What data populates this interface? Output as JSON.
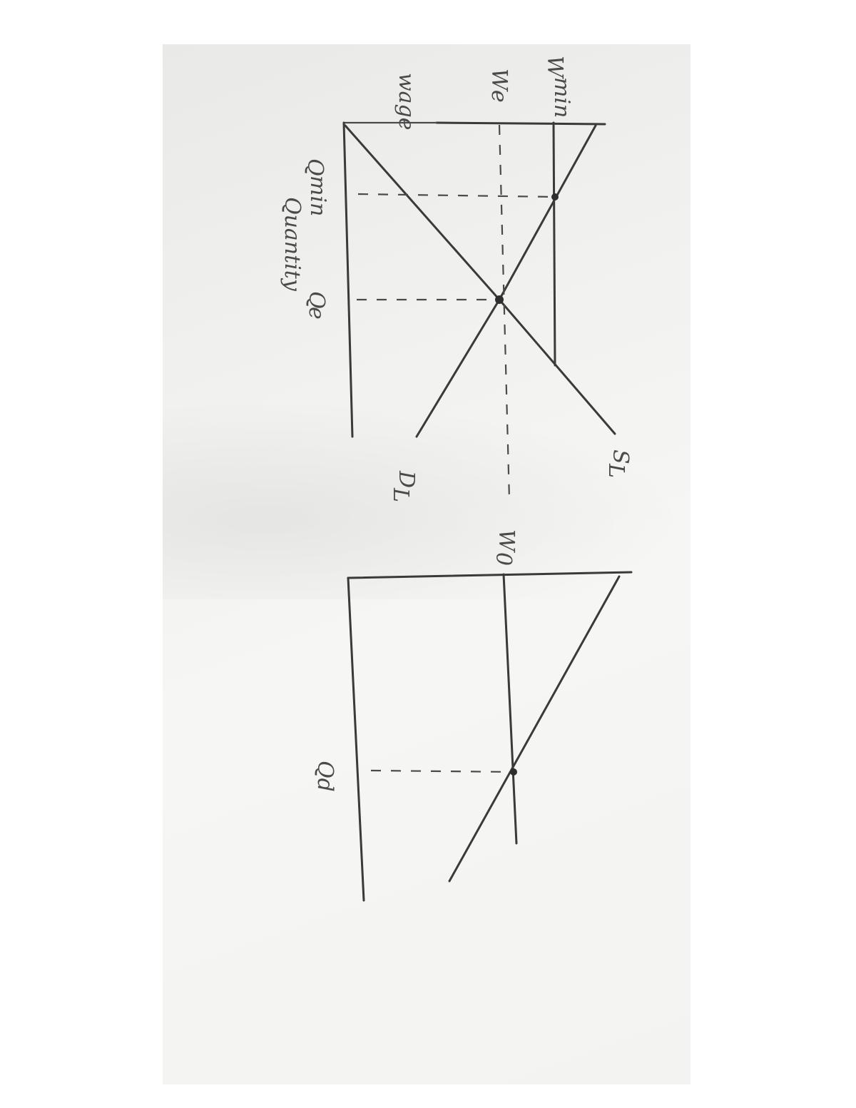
{
  "figure": {
    "top_diagram": {
      "y_axis_label": "wage",
      "x_axis_label": "Quantity",
      "wage_levels": [
        "W_min",
        "W_e"
      ],
      "quantity_levels": [
        "Q_min",
        "Q_e"
      ],
      "curves": [
        "D_L",
        "S_L"
      ]
    },
    "bottom_diagram": {
      "wage_level": "W_0",
      "quantity_level": "Q_d"
    }
  },
  "labels": {
    "wage": "wage",
    "w_min_main": "W",
    "w_min_sub": "min",
    "w_e_main": "W",
    "w_e_sub": "e",
    "q_min_main": "Q",
    "q_min_sub": "min",
    "quantity": "Quantity",
    "q_e_main": "Q",
    "q_e_sub": "e",
    "d_l_main": "D",
    "d_l_sub": "L",
    "s_l_main": "S",
    "s_l_sub": "L",
    "w_0_main": "W",
    "w_0_sub": "0",
    "q_d": "Qd"
  }
}
